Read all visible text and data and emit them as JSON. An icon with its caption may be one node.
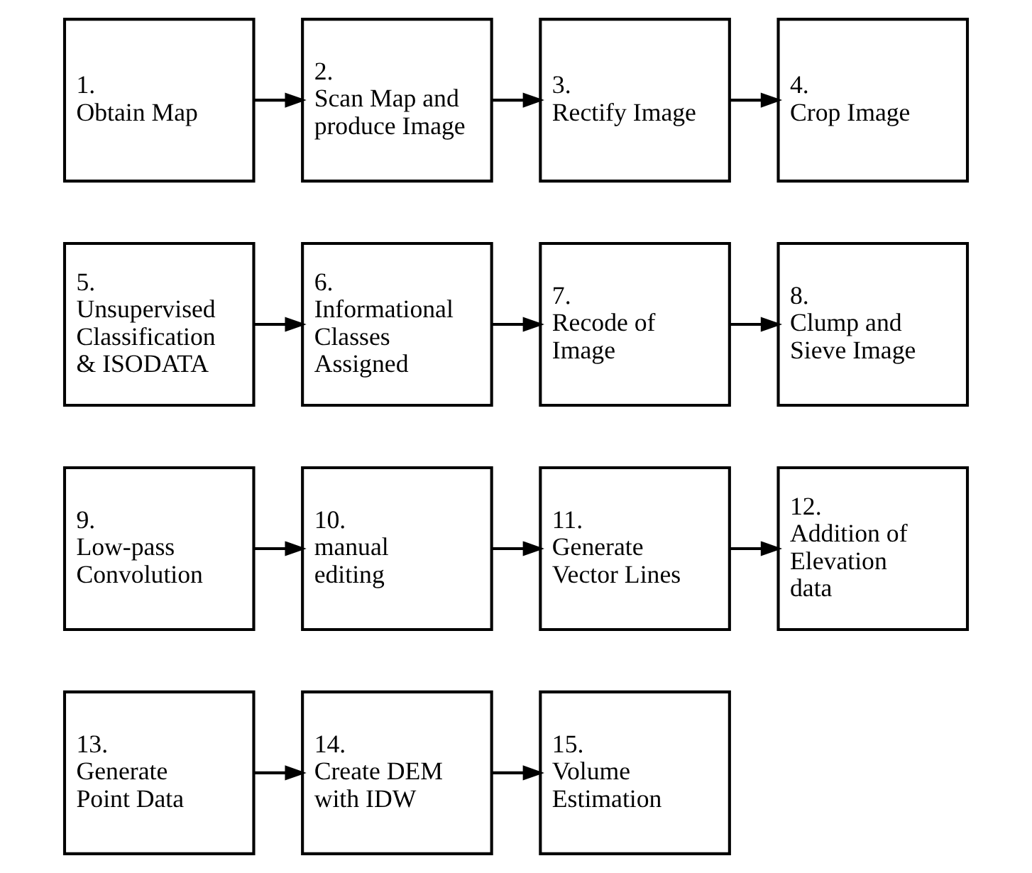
{
  "diagram": {
    "nodes": [
      {
        "text": [
          "1.",
          "Obtain Map"
        ]
      },
      {
        "text": [
          "2.",
          "Scan Map and produce Image"
        ]
      },
      {
        "text": [
          "3.",
          "Rectify Image"
        ]
      },
      {
        "text": [
          "4.",
          "Crop Image"
        ]
      },
      {
        "text": [
          "5.",
          "Unsupervised Classification & ISODATA"
        ]
      },
      {
        "text": [
          "6.",
          "Informational Classes Assigned"
        ]
      },
      {
        "text": [
          "7.",
          "Recode of Image"
        ]
      },
      {
        "text": [
          "8.",
          "Clump and Sieve Image"
        ]
      },
      {
        "text": [
          "9.",
          "Low-pass Convolution"
        ]
      },
      {
        "text": [
          "10.",
          "manual editing"
        ]
      },
      {
        "text": [
          "11.",
          "Generate Vector Lines"
        ]
      },
      {
        "text": [
          "12.",
          "Addition of Elevation data"
        ]
      },
      {
        "text": [
          "13.",
          "Generate Point Data"
        ]
      },
      {
        "text": [
          "14.",
          "Create DEM with IDW"
        ]
      },
      {
        "text": [
          "15.",
          "Volume Estimation"
        ]
      }
    ],
    "edges": [
      {
        "from": 0,
        "to": 1,
        "arrow": "to"
      },
      {
        "from": 1,
        "to": 2,
        "arrow": "to"
      },
      {
        "from": 2,
        "to": 3,
        "arrow": "to"
      },
      {
        "from": 4,
        "to": 5,
        "arrow": "to"
      },
      {
        "from": 5,
        "to": 6,
        "arrow": "to"
      },
      {
        "from": 6,
        "to": 7,
        "arrow": "to"
      },
      {
        "from": 8,
        "to": 9,
        "arrow": "to"
      },
      {
        "from": 9,
        "to": 10,
        "arrow": "to"
      },
      {
        "from": 10,
        "to": 11,
        "arrow": "to"
      },
      {
        "from": 12,
        "to": 13,
        "arrow": "to"
      },
      {
        "from": 13,
        "to": 14,
        "arrow": "to"
      }
    ]
  }
}
